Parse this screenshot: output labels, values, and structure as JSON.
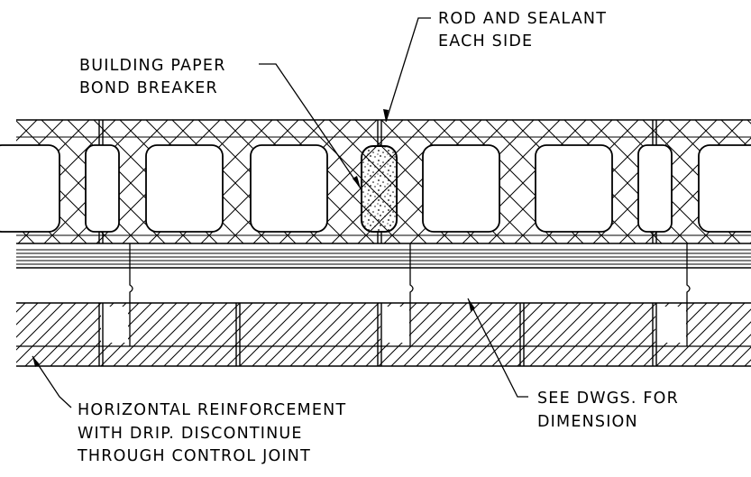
{
  "labels": {
    "rod_sealant": [
      "ROD AND SEALANT",
      "EACH SIDE"
    ],
    "building_paper": [
      "BUILDING PAPER",
      "BOND BREAKER"
    ],
    "horizontal_reinforcement": [
      "HORIZONTAL REINFORCEMENT",
      "WITH DRIP. DISCONTINUE",
      "THROUGH CONTROL JOINT"
    ],
    "see_dwgs": [
      "SEE DWGS. FOR",
      "DIMENSION"
    ]
  },
  "colors": {
    "line": "#000000",
    "background": "#ffffff"
  }
}
